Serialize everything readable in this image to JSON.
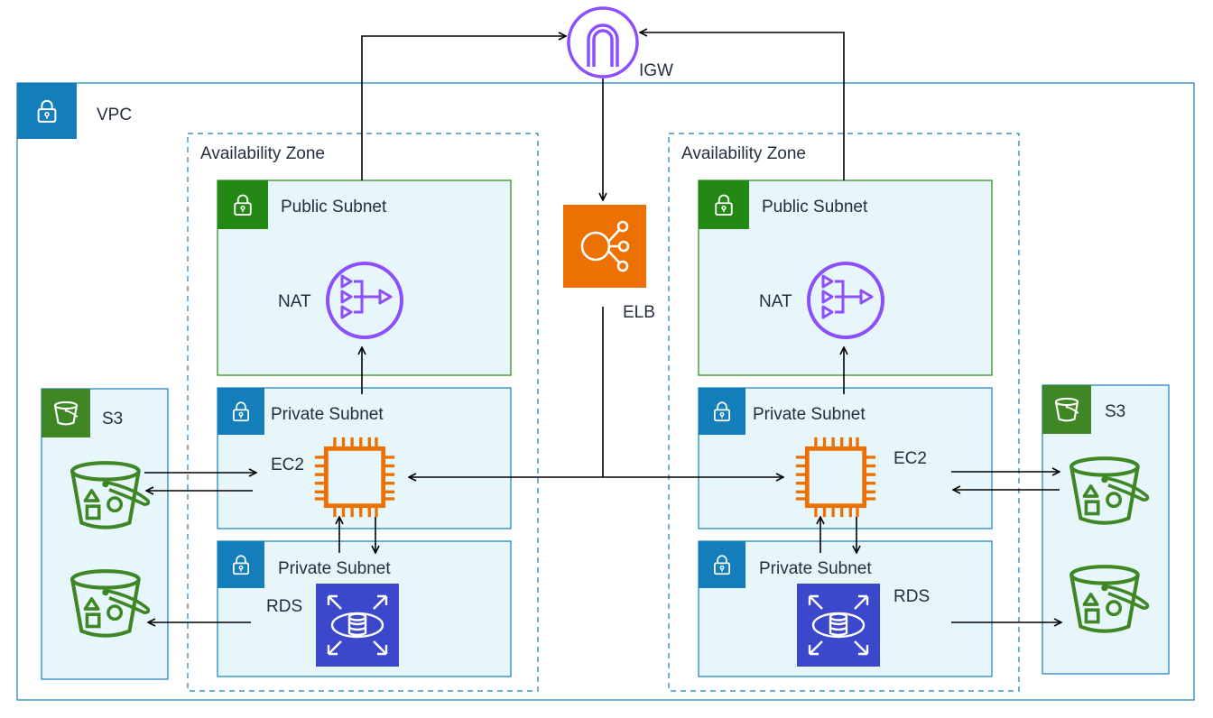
{
  "vpc": {
    "label": "VPC"
  },
  "igw": {
    "label": "IGW",
    "color": "#8c4fff"
  },
  "elb": {
    "label": "ELB",
    "color": "#ed7100"
  },
  "zones": [
    {
      "title": "Availability Zone",
      "public_subnet": {
        "label": "Public Subnet",
        "service": "NAT"
      },
      "private_subnet_app": {
        "label": "Private Subnet",
        "service": "EC2"
      },
      "private_subnet_db": {
        "label": "Private Subnet",
        "service": "RDS"
      }
    },
    {
      "title": "Availability Zone",
      "public_subnet": {
        "label": "Public Subnet",
        "service": "NAT"
      },
      "private_subnet_app": {
        "label": "Private Subnet",
        "service": "EC2"
      },
      "private_subnet_db": {
        "label": "Private Subnet",
        "service": "RDS"
      }
    }
  ],
  "s3_groups": [
    {
      "label": "S3"
    },
    {
      "label": "S3"
    }
  ],
  "colors": {
    "vpc": "#147eba",
    "public_subnet": "#248814",
    "private_subnet": "#147eba",
    "s3": "#3f8624",
    "rds": "#3b48cc",
    "ec2": "#ed7100",
    "nat": "#8c4fff",
    "subnet_fill": "#e6f6fa"
  },
  "icons": [
    "lock-icon",
    "bucket-icon",
    "nat-gateway-icon",
    "ec2-chip-icon",
    "rds-icon",
    "elb-icon",
    "igw-icon"
  ]
}
